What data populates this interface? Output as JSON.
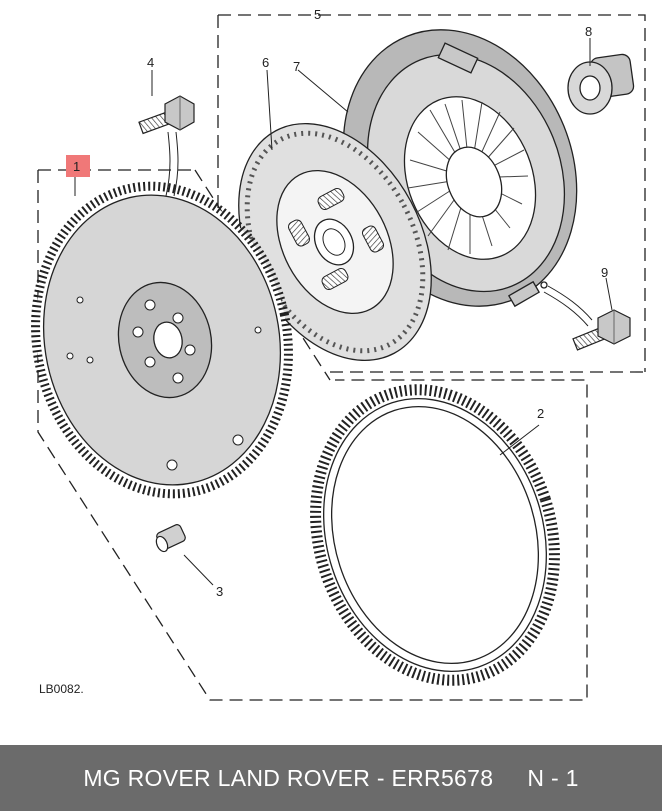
{
  "diagram": {
    "callouts": {
      "c1": "1",
      "c2": "2",
      "c3": "3",
      "c4": "4",
      "c5": "5",
      "c6": "6",
      "c7": "7",
      "c8": "8",
      "c9": "9"
    },
    "highlight_color": "#f07878",
    "reference_code": "LB0082."
  },
  "banner": {
    "brand_text": "MG ROVER LAND ROVER - ERR5678",
    "quantity_text": "N - 1",
    "background_color": "#6b6b6b"
  }
}
